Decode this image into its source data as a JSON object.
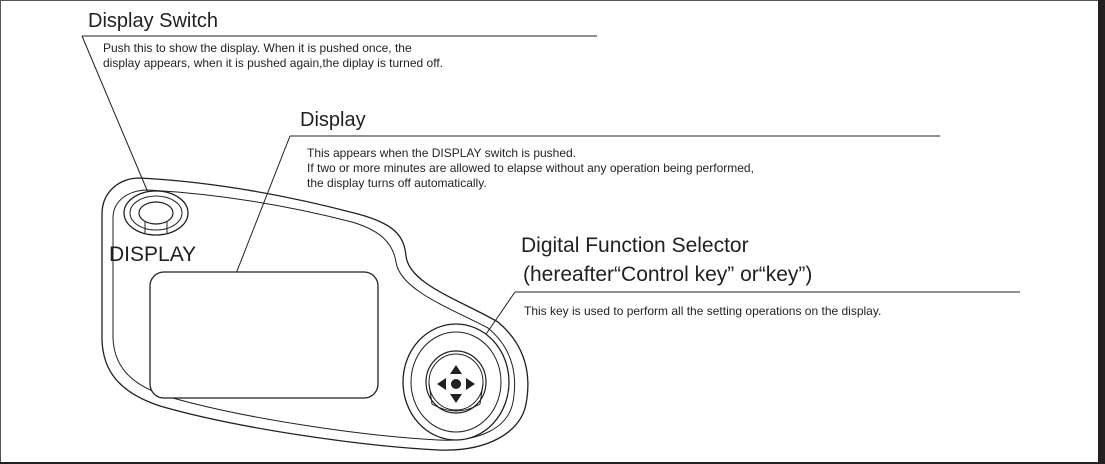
{
  "callouts": {
    "display_switch": {
      "title": "Display Switch",
      "description": "Push this to show the display. When it is pushed once, the\ndisplay appears, when it is pushed again,the diplay is turned off."
    },
    "display": {
      "title": "Display",
      "description": "This appears when the DISPLAY switch is pushed.\nIf two or more minutes are allowed to elapse without any operation being performed,\nthe display turns off automatically."
    },
    "selector": {
      "title_line1": "Digital Function Selector",
      "title_line2": "(hereafter“Control key” or“key”)",
      "description": "This key is used to perform all the setting operations on the display."
    }
  },
  "device": {
    "switch_label": "DISPLAY"
  }
}
